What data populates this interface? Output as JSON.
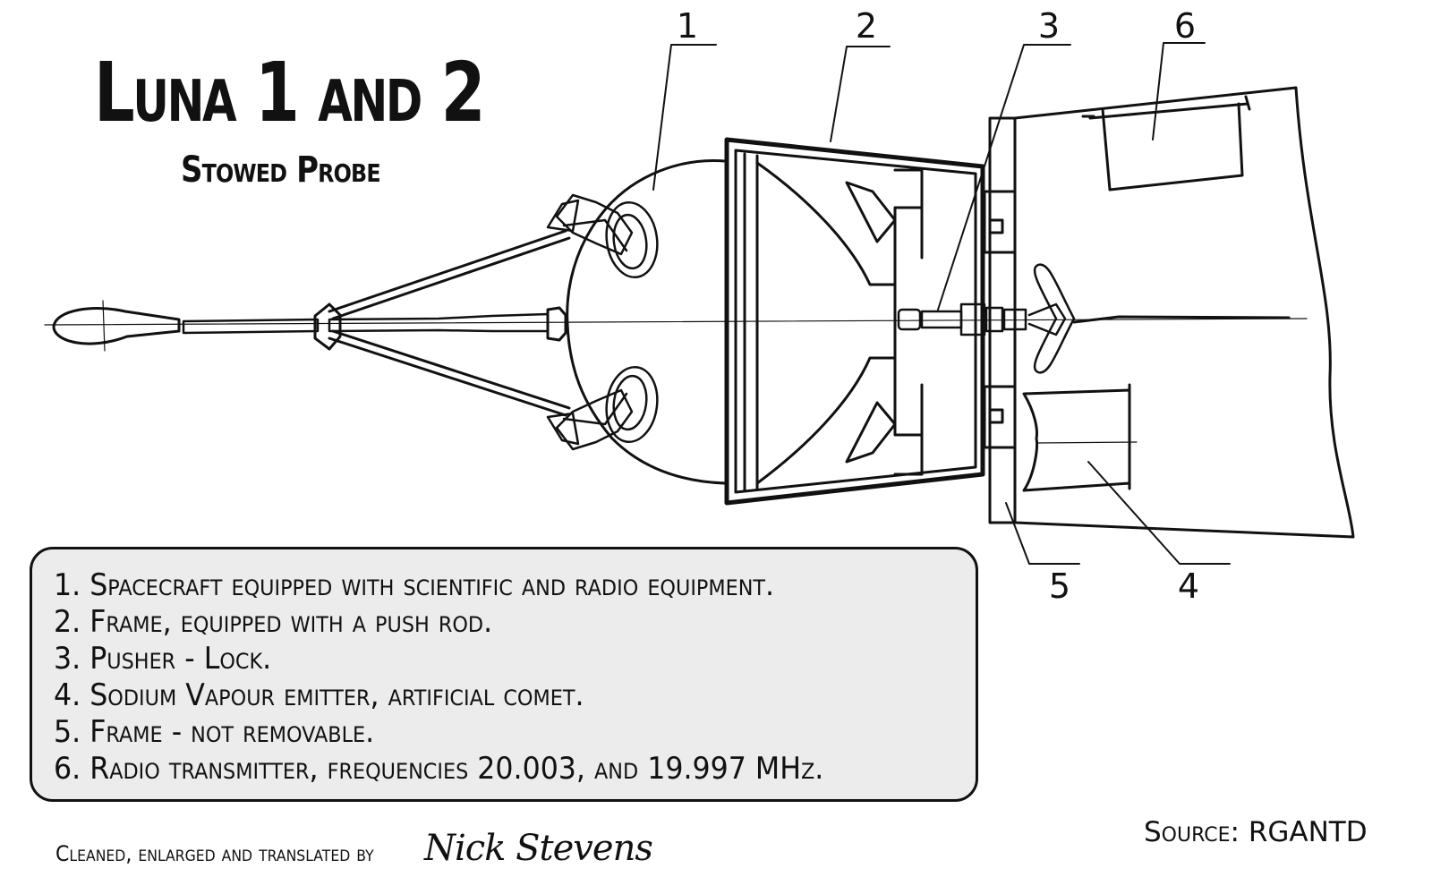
{
  "title": "Luna 1 and 2",
  "subtitle": "Stowed Probe",
  "callouts": [
    "1",
    "2",
    "3",
    "6",
    "5",
    "4"
  ],
  "legend": [
    "1. Spacecraft equipped with scientific and radio equipment.",
    "2. Frame, equipped with a push rod.",
    "3. Pusher - Lock.",
    "4. Sodium Vapour emitter, artificial comet.",
    "5. Frame - not removable.",
    "6. Radio transmitter, frequencies 20.003, and 19.997 MHz."
  ],
  "credit": "Cleaned, enlarged and translated by",
  "signature": "Nick Stevens",
  "source": "Source: RGANTD",
  "colors": {
    "ink": "#111111",
    "legend_background": "#ececec",
    "paper": "#ffffff"
  }
}
